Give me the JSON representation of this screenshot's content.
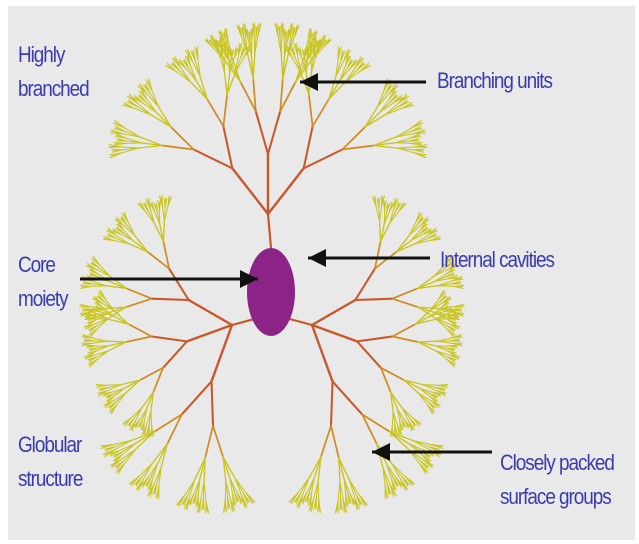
{
  "labels": {
    "highly_branched": [
      "Highly",
      "branched"
    ],
    "branching_units": "Branching units",
    "core_moiety": [
      "Core",
      "moiety"
    ],
    "internal_cavities": "Internal cavities",
    "globular_structure": [
      "Globular",
      "structure"
    ],
    "surface_groups": [
      "Closely packed",
      "surface groups"
    ]
  },
  "colors": {
    "background": "#e9e9e9",
    "label_text": "#3b3bb0",
    "core": "#8c2487",
    "inner_branch": "#c9572a",
    "mid_branch": "#d08a1e",
    "outer_branch": "#c9c51e",
    "arrow": "#111111"
  }
}
